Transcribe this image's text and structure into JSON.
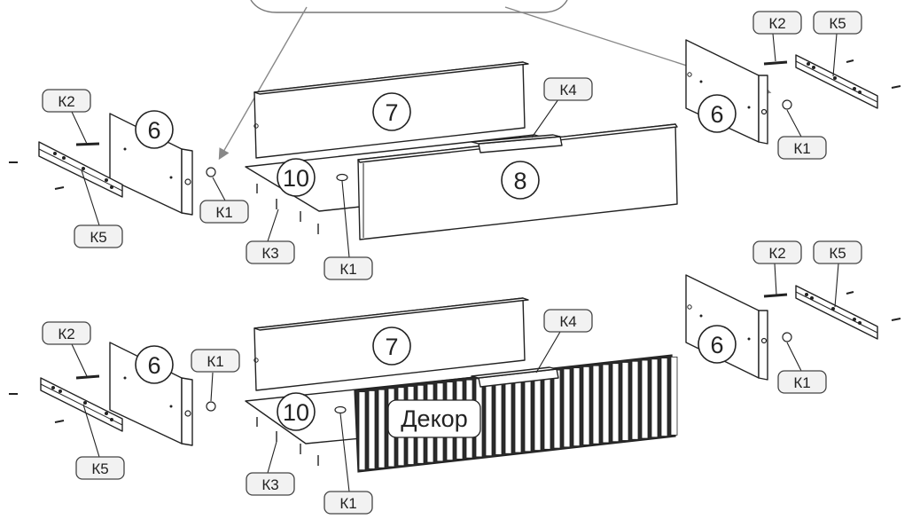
{
  "parts": {
    "side_panel": "6",
    "back_panel": "7",
    "front_panel": "8",
    "bottom_panel": "10",
    "decor": "Декор"
  },
  "fittings": {
    "k1": "К1",
    "k2": "К2",
    "k3": "К3",
    "k4": "К4",
    "k5": "К5"
  },
  "colors": {
    "line": "#222222",
    "label_fill": "#f2f2f2",
    "pointer_arrow": "#888888"
  }
}
